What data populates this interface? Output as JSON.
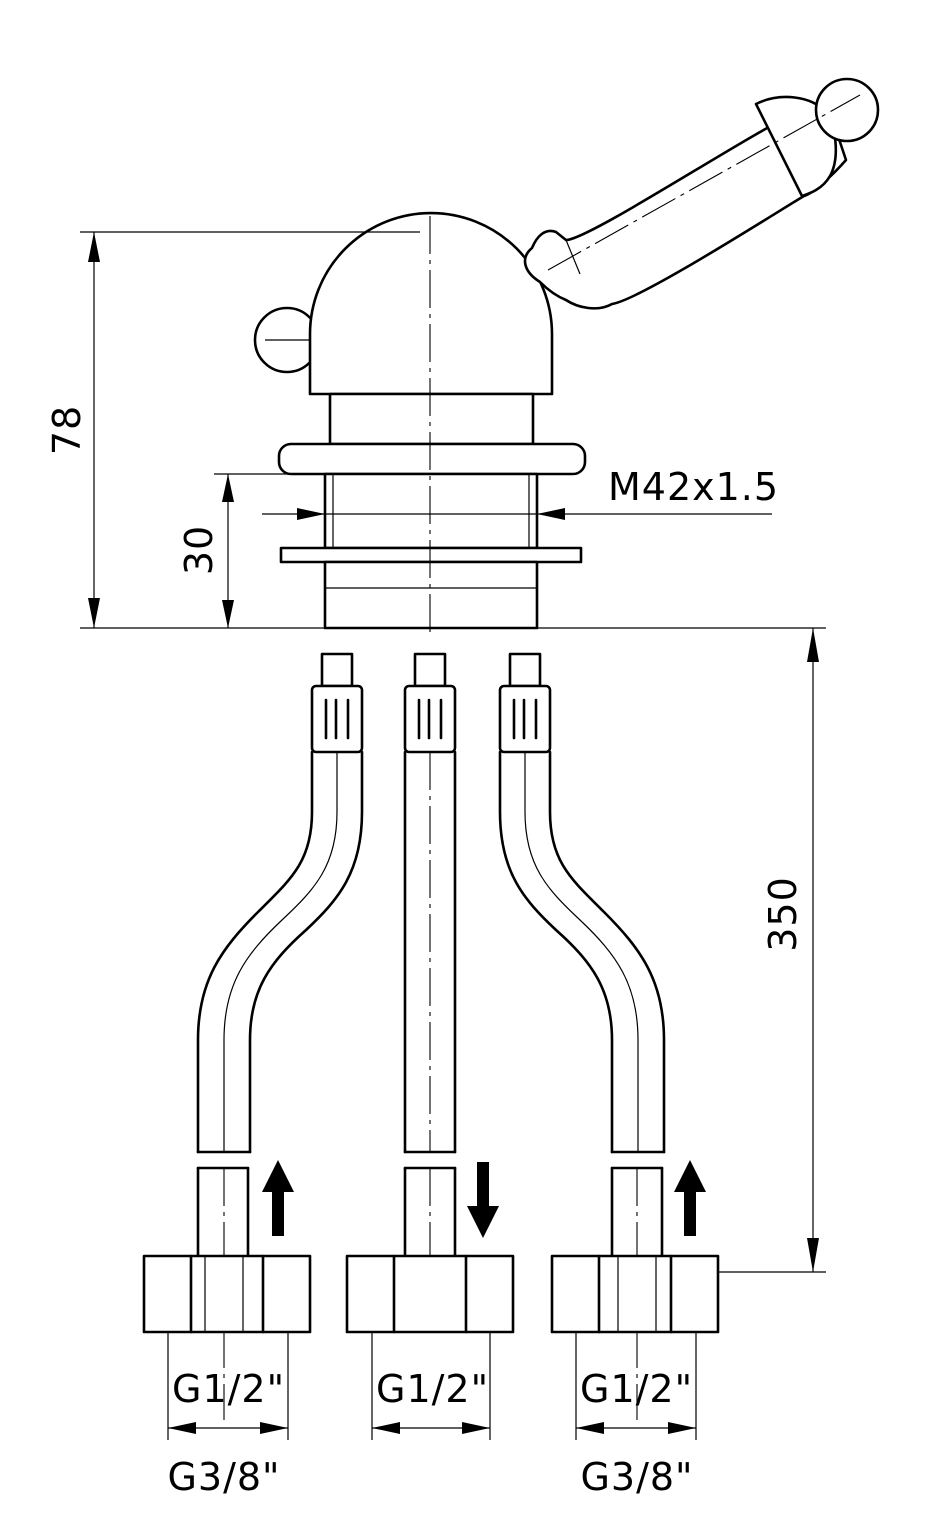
{
  "dimensions": {
    "overall_height": "78",
    "thread_length": "30",
    "thread": "M42x1.5",
    "hose_length": "350",
    "connector_left_inner": "G1/2\"",
    "connector_middle_inner": "G1/2\"",
    "connector_right_inner": "G1/2\"",
    "connector_left_outer": "G3/8\"",
    "connector_right_outer": "G3/8\""
  },
  "flow": {
    "left": "up",
    "middle": "down",
    "right": "up"
  }
}
